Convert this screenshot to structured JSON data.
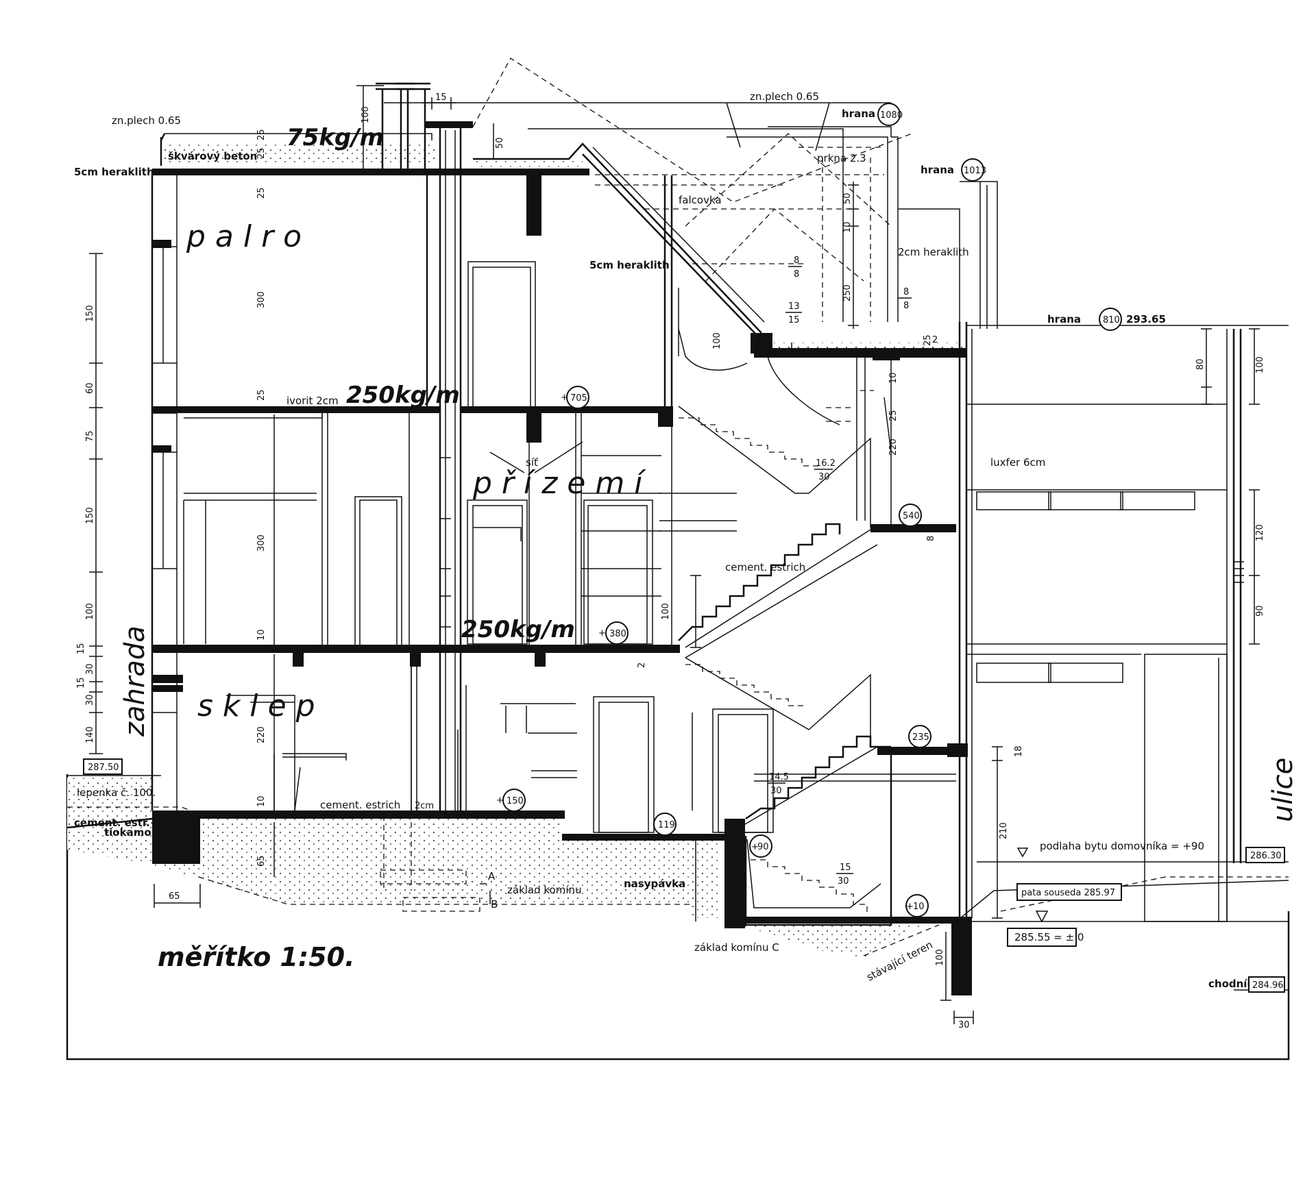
{
  "floors": {
    "attic": "p a l r o",
    "ground": "p ř í z e m í",
    "basement": "s k l e p"
  },
  "sides": {
    "garden": "zahrada",
    "street": "ulice"
  },
  "scale": "měřítko 1:50.",
  "loads": {
    "roof": "75kg/m",
    "attic_floor": "250kg/m",
    "ground_floor": "250kg/m"
  },
  "materials": {
    "zn_plech_left": "zn.plech 0.65",
    "skvarovy_beton": "škvárový beton",
    "heraklith_top": "5cm heraklith",
    "zn_plech_right": "zn.plech 0.65",
    "prkna": "prkna 2.3",
    "falcovka": "falcovka",
    "heraklith_mid": "5cm heraklith",
    "heraklith_2cm": "2cm heraklith",
    "ivorit": "ivorit 2cm",
    "sit": "síť",
    "cement_estrich_stair": "cement. estrich",
    "luxfer": "luxfer 6cm",
    "lepenka": "lepenka č. 100.",
    "cement_estr_left_1": "cement. estr.+",
    "cement_estr_left_2": "tiokamo",
    "cement_estrich_floor": "cement. estrich",
    "cement_estrich_floor_2cm": "2cm",
    "zaklad_kominu_ab": "základ komínu",
    "label_a": "A",
    "label_b": "B",
    "nasypavka": "nasypávka",
    "zaklad_kominu_c": "základ komínu C",
    "stavajici_teren": "stávající teren",
    "podlaha": "podlaha bytu domovníka = +90",
    "hrana_1": "hrana",
    "hrana_2": "hrana",
    "hrana_3": "hrana",
    "hrana_3_value": "293.65",
    "chodnik": "chodník"
  },
  "markers": {
    "hrana_1080": "1080",
    "hrana_1013": "1013",
    "hrana_810": "810",
    "level_705": "705",
    "level_380": "380",
    "level_540": "540",
    "level_235": "235",
    "level_150": "150",
    "level_119": "119",
    "level_90": "90",
    "level_10": "10"
  },
  "prefixes": {
    "plus": "+"
  },
  "elevations": {
    "left_ground": "287.50",
    "right_ground": "286.30",
    "pata_souseda": "pata souseda 285.97",
    "zero": "285.55 = ± 0",
    "chodnik": "284.96"
  },
  "stairs": {
    "upper_riser": "16.2",
    "upper_tread": "30",
    "lower_riser": "14.5",
    "lower_tread": "30",
    "base_riser": "15",
    "base_tread": "30",
    "ratio_a_top": "8",
    "ratio_a_bottom": "8",
    "ratio_b_top": "8",
    "ratio_b_bottom": "8",
    "ratio_c_top": "13",
    "ratio_c_bottom": "15"
  },
  "dims": {
    "chimney_top": "100",
    "chimney_w": "15",
    "roof_25a": "25",
    "roof_25b": "25",
    "roof_50": "50",
    "attic_25": "25",
    "attic_300": "300",
    "attic_25b": "25",
    "left_150": "150",
    "left_60": "60",
    "left_75": "75",
    "left_150b": "150",
    "left_100": "100",
    "left_15": "15",
    "left_30": "30",
    "left_15b": "15",
    "left_30b": "30",
    "left_140": "140",
    "ground_300": "300",
    "ground_10": "10",
    "base_220": "220",
    "base_10": "10",
    "base_65": "65",
    "found_65": "65",
    "rt_50": "50",
    "rt_10": "10",
    "rt_250": "250",
    "stair_100": "100",
    "stair_2": "2",
    "mid_10": "10",
    "mid_25": "25",
    "mid_220": "220",
    "mid_8": "8",
    "r_80": "80",
    "r_100": "100",
    "r_120": "120",
    "r_90": "90",
    "r_18": "18",
    "r_210": "210",
    "found_100": "100",
    "found_30": "30",
    "right_25": "25",
    "right_2": "2",
    "stair_100b": "100"
  }
}
